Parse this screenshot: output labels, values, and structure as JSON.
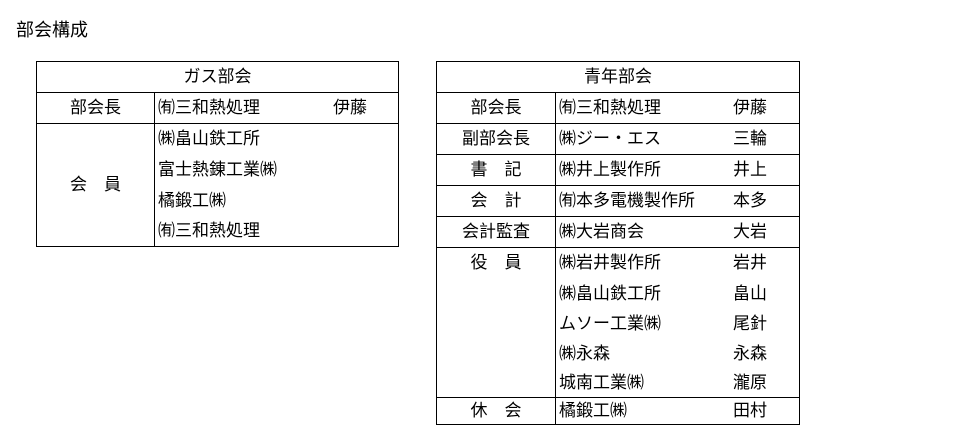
{
  "heading": "部会構成",
  "gas": {
    "title": "ガス部会",
    "chair": {
      "role": "部会長",
      "company": "㈲三和熱処理",
      "person": "伊藤"
    },
    "members": {
      "role": "会　員",
      "companies": [
        "㈱畠山鉄工所",
        "富士熱錬工業㈱",
        "橘鍛工㈱",
        "㈲三和熱処理"
      ]
    }
  },
  "youth": {
    "title": "青年部会",
    "rows": [
      {
        "role": "部会長",
        "company": "㈲三和熱処理",
        "person": "伊藤"
      },
      {
        "role": "副部会長",
        "company": "㈱ジー・エス",
        "person": "三輪"
      },
      {
        "role": "書　記",
        "company": "㈱井上製作所",
        "person": "井上"
      },
      {
        "role": "会　計",
        "company": "㈲本多電機製作所",
        "person": "本多"
      },
      {
        "role": "会計監査",
        "company": "㈱大岩商会",
        "person": "大岩"
      }
    ],
    "officers": {
      "role": "役　員",
      "entries": [
        {
          "company": "㈱岩井製作所",
          "person": "岩井"
        },
        {
          "company": "㈱畠山鉄工所",
          "person": "畠山"
        },
        {
          "company": "ムソー工業㈱",
          "person": "尾針"
        },
        {
          "company": "㈱永森",
          "person": "永森"
        },
        {
          "company": "城南工業㈱",
          "person": "瀧原"
        }
      ]
    },
    "leave": {
      "role": "休　会",
      "company": "橘鍛工㈱",
      "person": "田村"
    }
  }
}
